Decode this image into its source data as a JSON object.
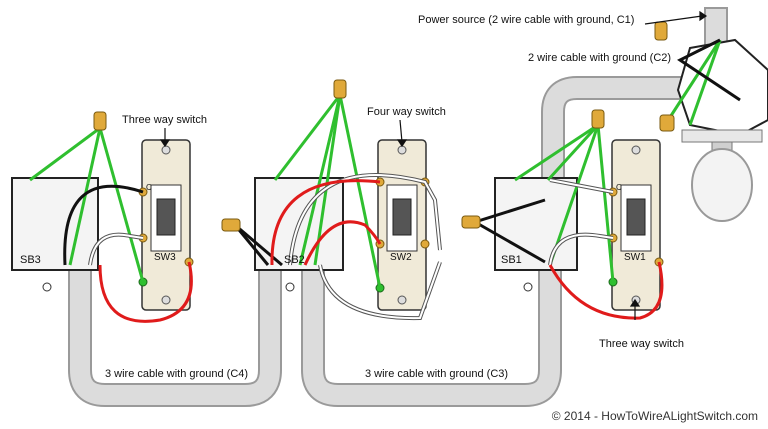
{
  "labels": {
    "power_source": "Power source (2 wire cable with ground, C1)",
    "cable_c2": "2 wire cable with ground (C2)",
    "three_way_top": "Three way switch",
    "four_way": "Four way switch",
    "three_way_bottom": "Three way switch",
    "cable_c4": "3 wire cable with ground (C4)",
    "cable_c3": "3 wire cable with ground (C3)"
  },
  "boxes": {
    "sb3": "SB3",
    "sb2": "SB2",
    "sb1": "SB1"
  },
  "switches": {
    "sw3": "SW3",
    "sw2": "SW2",
    "sw1": "SW1"
  },
  "terminal_marks": {
    "common": "C"
  },
  "copyright": "© 2014 - HowToWireALightSwitch.com",
  "colors": {
    "hot": "#e01b1b",
    "black": "#111111",
    "ground": "#2fbf2f",
    "white": "#ffffff",
    "conduit": "#d2d2d2",
    "brass": "#e0a93a"
  }
}
